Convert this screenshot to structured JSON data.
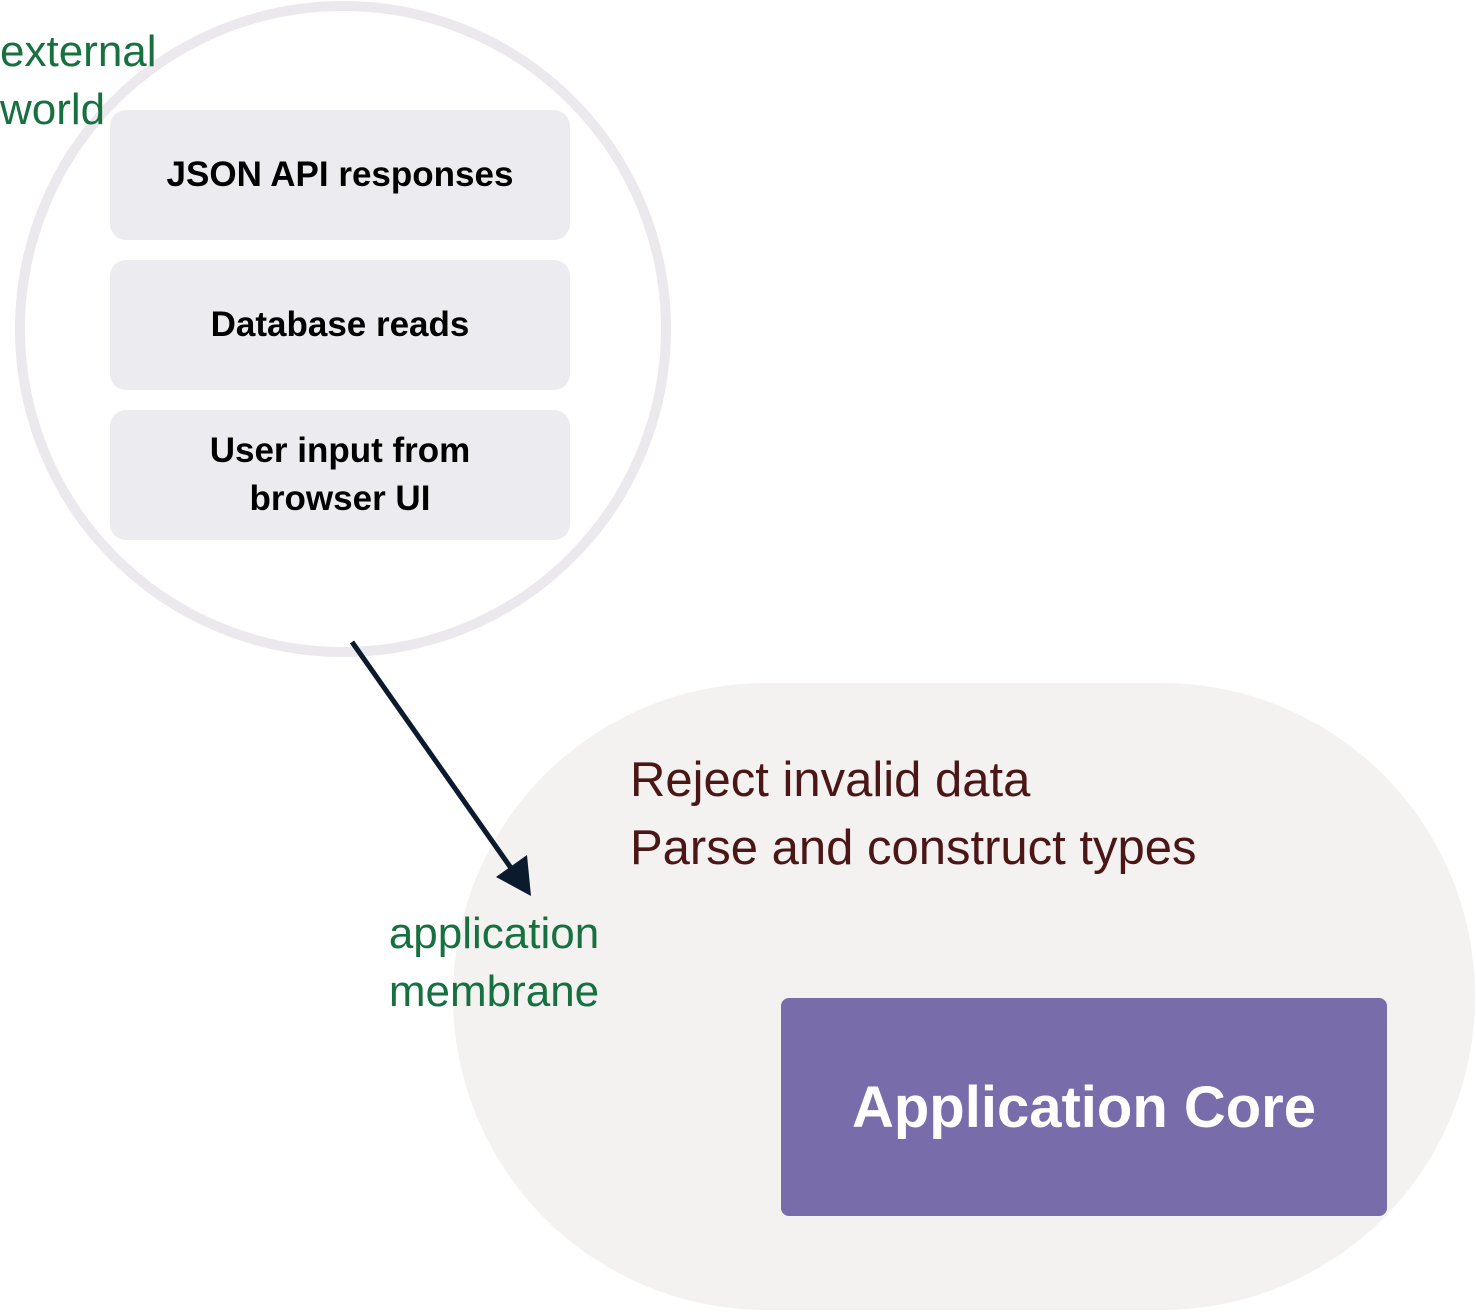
{
  "labels": {
    "external_world": "external\nworld",
    "application_membrane": "application\nmembrane"
  },
  "sources": [
    {
      "label": "JSON API responses"
    },
    {
      "label": "Database reads"
    },
    {
      "label": "User input from\nbrowser UI"
    }
  ],
  "membrane_steps": [
    "Reject invalid data",
    "Parse and construct types"
  ],
  "core": {
    "label": "Application Core"
  },
  "colors": {
    "green_label": "#16703f",
    "step_text": "#4b1616",
    "core_fill": "#786cab",
    "source_fill": "#ecebef",
    "membrane_fill": "#f3f2f1",
    "arrow": "#0c1a2e"
  }
}
